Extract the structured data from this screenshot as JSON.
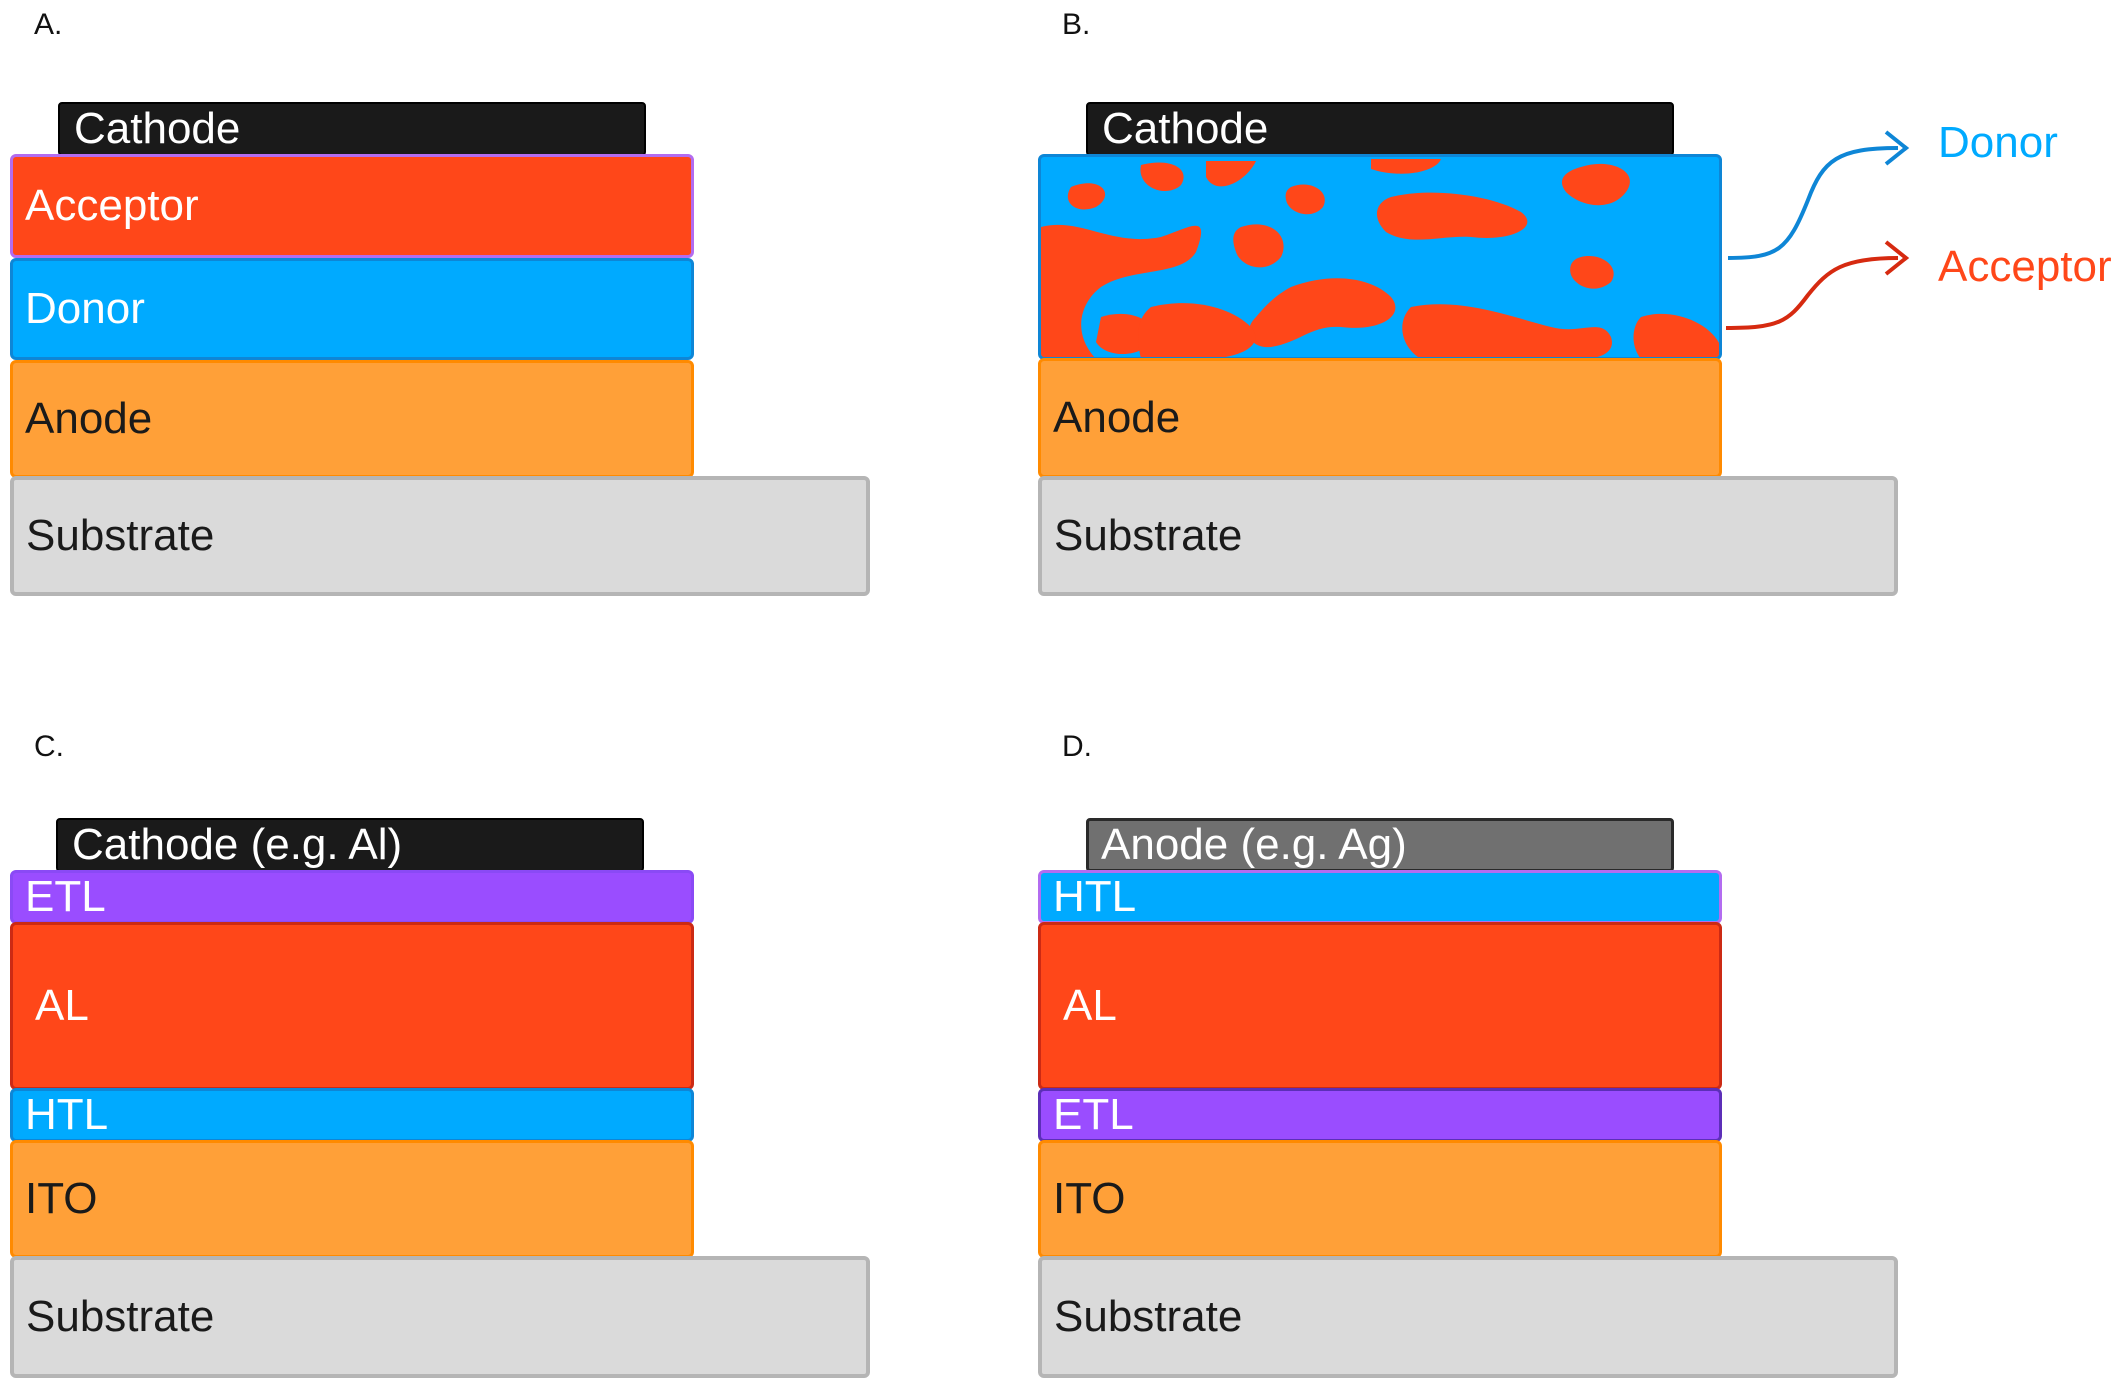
{
  "panels": [
    {
      "label": "A.",
      "layers": [
        "Cathode",
        "Acceptor",
        "Donor",
        "Anode",
        "Substrate"
      ]
    },
    {
      "label": "B.",
      "layers": [
        "Cathode",
        "Anode",
        "Substrate"
      ],
      "callouts": {
        "donor": "Donor",
        "acceptor": "Acceptor"
      },
      "colors": {
        "donor": "#00aaff",
        "acceptor": "#ff4719"
      }
    },
    {
      "label": "C.",
      "layers": [
        "Cathode (e.g. Al)",
        "ETL",
        "AL",
        "HTL",
        "ITO",
        "Substrate"
      ]
    },
    {
      "label": "D.",
      "layers": [
        "Anode (e.g. Ag)",
        "HTL",
        "AL",
        "ETL",
        "ITO",
        "Substrate"
      ]
    }
  ],
  "colors": {
    "cathode": "#1a1a1a",
    "acceptor": "#ff4719",
    "donor": "#00aaff",
    "anode": "#ffa038",
    "substrate": "#dadada",
    "etl": "#9a4dff",
    "top_anode": "#707070"
  }
}
